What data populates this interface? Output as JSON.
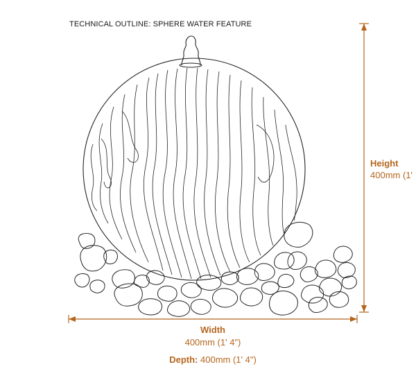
{
  "title": "TECHNICAL OUTLINE: SPHERE WATER FEATURE",
  "colors": {
    "dimension": "#b5651d",
    "outline": "#222222"
  },
  "dimensions": {
    "height": {
      "label": "Height",
      "value": "400mm (1'"
    },
    "width": {
      "label": "Width",
      "value": "400mm (1' 4\")"
    },
    "depth": {
      "label": "Depth:",
      "value": "400mm (1' 4\")"
    }
  }
}
